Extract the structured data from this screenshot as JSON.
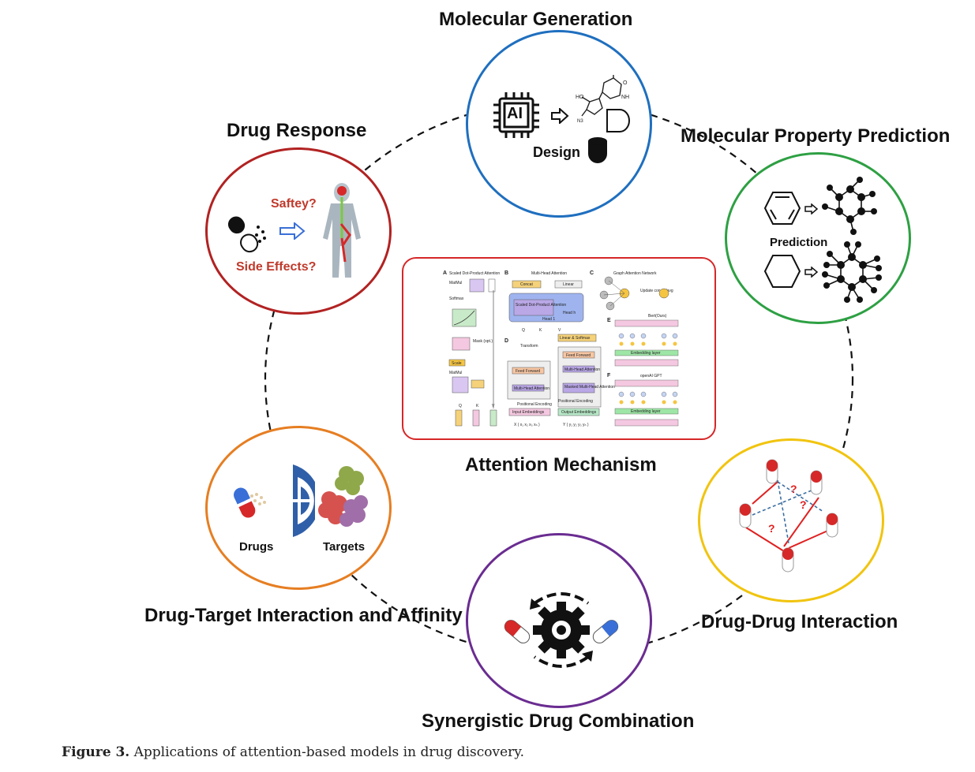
{
  "labels": {
    "molecular_generation": "Molecular Generation",
    "drug_response": "Drug Response",
    "molecular_property_prediction": "Molecular Property Prediction",
    "attention_mechanism": "Attention Mechanism",
    "drug_target": "Drug-Target Interaction and Affinity",
    "drug_drug": "Drug-Drug Interaction",
    "synergistic": "Synergistic Drug Combination"
  },
  "inner_text": {
    "design": "Design",
    "ai": "AI",
    "saftey": "Saftey?",
    "side_effects": "Side Effects?",
    "prediction": "Prediction",
    "drugs": "Drugs",
    "targets": "Targets"
  },
  "attention_panels": {
    "a": "A",
    "a_title": "Scaled Dot-Product Attention",
    "b": "B",
    "b_title": "Multi-Head Attention",
    "c": "C",
    "c_title": "Graph Attention Network",
    "d": "D",
    "d_title": "Transform",
    "e": "E",
    "e_title": "Bert(Ours)",
    "f": "F",
    "f_title": "openAI GPT",
    "matmul": "MatMul",
    "softmax": "Softmax",
    "mask": "Mask (opt.)",
    "scale": "Scale",
    "concat": "Concat",
    "linear": "Linear",
    "scaled_dot": "Scaled Dot-Product Attention",
    "head_h": "Head h",
    "head_1": "Head 1",
    "feed_forward": "Feed Forward",
    "mha": "Multi-Head Attention",
    "masked_mha": "Masked Multi-Head Attention",
    "linear_softmax": "Linear & Softmax",
    "input_emb": "Input Embeddings",
    "output_emb": "Output Embeddings",
    "pos_enc": "Positional Encoding",
    "embedding_layer": "Embedding layer",
    "update": "Update concat/avg"
  },
  "colors": {
    "molecular_generation": "#1f6fbf",
    "drug_response": "#b22222",
    "molecular_property": "#2ea043",
    "attention": "#d62728",
    "drug_target": "#e67e22",
    "drug_drug": "#f1c40f",
    "synergistic": "#6a2c91",
    "pill_red": "#d62828",
    "pill_blue": "#3a6fd8",
    "arrow_red": "#e02020",
    "arrow_blue": "#3d6fa0"
  },
  "caption": {
    "label": "Figure 3.",
    "text": " Applications of attention-based models in drug discovery."
  }
}
